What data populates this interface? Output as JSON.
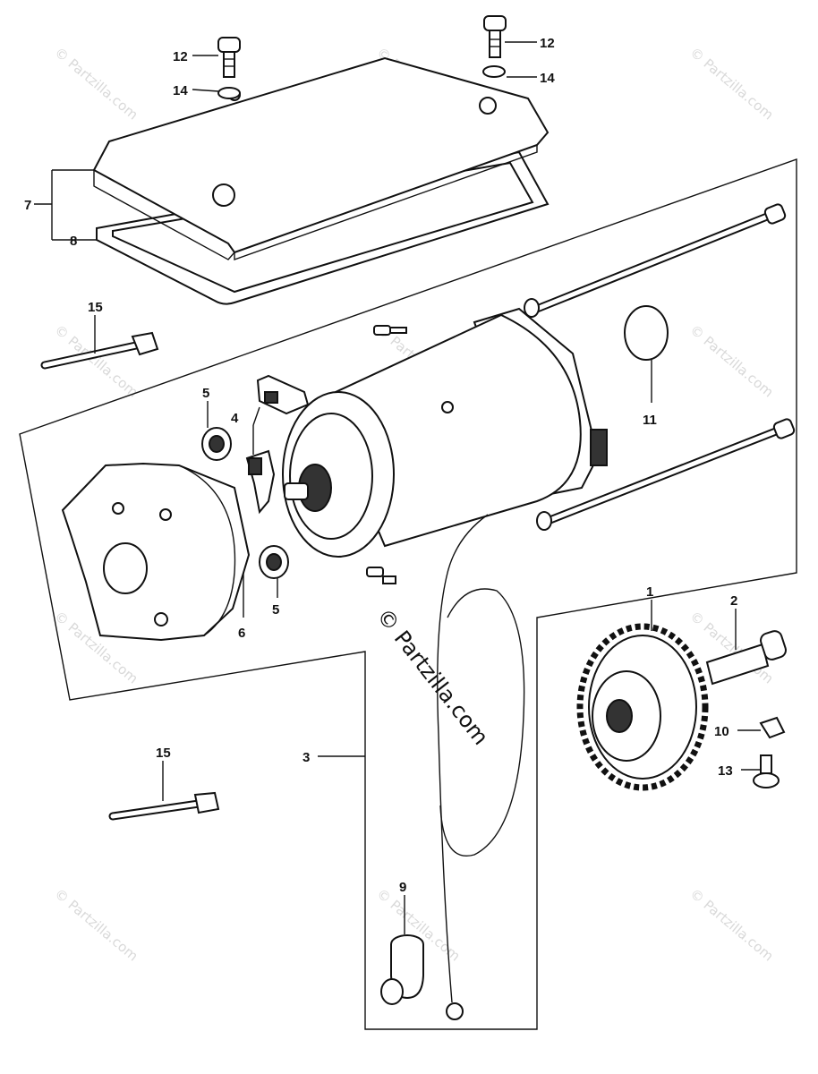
{
  "watermark": {
    "main": "© Partzilla.com",
    "faint": "© Partzilla.com"
  },
  "callouts": {
    "c1": "1",
    "c2": "2",
    "c3": "3",
    "c4": "4",
    "c5a": "5",
    "c5b": "5",
    "c6": "6",
    "c7": "7",
    "c8": "8",
    "c9": "9",
    "c10": "10",
    "c11": "11",
    "c12a": "12",
    "c12b": "12",
    "c13": "13",
    "c14a": "14",
    "c14b": "14",
    "c15a": "15",
    "c15b": "15"
  }
}
